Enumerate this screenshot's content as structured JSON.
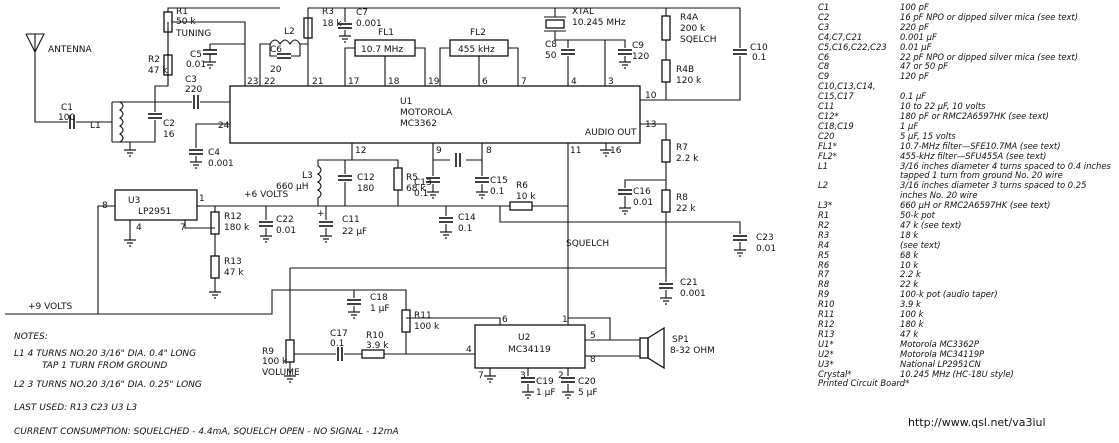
{
  "parts_list": [
    {
      "ref": "C1",
      "value": "100 pF"
    },
    {
      "ref": "C2",
      "value": "16 pF NPO or dipped silver mica (see text)"
    },
    {
      "ref": "C3",
      "value": "220 pF"
    },
    {
      "ref": "C4,C7,C21",
      "value": "0.001 µF"
    },
    {
      "ref": "C5,C16,C22,C23",
      "value": "0.01 µF"
    },
    {
      "ref": "C6",
      "value": "22 pF NPO or dipped silver mica (see text)"
    },
    {
      "ref": "C8",
      "value": "47 or 50 pF"
    },
    {
      "ref": "C9",
      "value": "120 pF"
    },
    {
      "ref": "C10,C13,C14,",
      "value": ""
    },
    {
      "ref": "C15,C17",
      "value": "0.1 µF"
    },
    {
      "ref": "C11",
      "value": "10 to 22 µF, 10 volts"
    },
    {
      "ref": "C12*",
      "value": "180 pF or RMC2A6597HK (see text)"
    },
    {
      "ref": "C18,C19",
      "value": "1 µF"
    },
    {
      "ref": "C20",
      "value": "5 µF, 15 volts"
    },
    {
      "ref": "FL1*",
      "value": "10.7-MHz filter—SFE10.7MA (see text)"
    },
    {
      "ref": "FL2*",
      "value": "455-kHz filter—SFU455A (see text)"
    },
    {
      "ref": "L1",
      "value": "3/16 inches diameter 4 turns spaced to 0.4 inches"
    },
    {
      "ref": "",
      "value": "tapped 1 turn from ground No. 20 wire"
    },
    {
      "ref": "L2",
      "value": "3/16 inches diameter 3 turns spaced to 0.25"
    },
    {
      "ref": "",
      "value": "inches No. 20 wire"
    },
    {
      "ref": "L3*",
      "value": "660 µH or RMC2A6597HK (see text)"
    },
    {
      "ref": "R1",
      "value": "50-k pot"
    },
    {
      "ref": "R2",
      "value": "47 k (see text)"
    },
    {
      "ref": "R3",
      "value": "18 k"
    },
    {
      "ref": "R4",
      "value": "(see text)"
    },
    {
      "ref": "R5",
      "value": "68 k"
    },
    {
      "ref": "R6",
      "value": "10 k"
    },
    {
      "ref": "R7",
      "value": "2.2 k"
    },
    {
      "ref": "R8",
      "value": "22 k"
    },
    {
      "ref": "R9",
      "value": "100-k pot (audio taper)"
    },
    {
      "ref": "R10",
      "value": "3.9 k"
    },
    {
      "ref": "R11",
      "value": "100 k"
    },
    {
      "ref": "R12",
      "value": "180 k"
    },
    {
      "ref": "R13",
      "value": "47 k"
    },
    {
      "ref": "U1*",
      "value": "Motorola MC3362P"
    },
    {
      "ref": "U2*",
      "value": "Motorola MC34119P"
    },
    {
      "ref": "U3*",
      "value": "National LP2951CN"
    },
    {
      "ref": "Crystal*",
      "value": "10.245 MHz (HC-18U style)"
    },
    {
      "ref": "Printed Circuit Board*",
      "value": ""
    }
  ],
  "url": "http://www.qsl.net/va3iul",
  "schematic": {
    "antenna": "ANTENNA",
    "u1": {
      "ref": "U1",
      "name": "MOTOROLA",
      "part": "MC3362"
    },
    "u2": {
      "ref": "U2",
      "part": "MC34119"
    },
    "u3": {
      "ref": "U3",
      "part": "LP2951"
    },
    "fl1": "FL1",
    "fl1_freq": "10.7 MHz",
    "fl2": "FL2",
    "fl2_freq": "455 kHz",
    "xtal": "XTAL",
    "xtal_freq": "10.245 MHz",
    "r1": "R1",
    "r1v": "50 k",
    "tuning": "TUNING",
    "r2": "R2",
    "r2v": "47 k",
    "r3": "R3",
    "r3v": "18 k",
    "r4a": "R4A",
    "r4av": "200 k",
    "sqelch": "SQELCH",
    "r4b": "R4B",
    "r4bv": "120 k",
    "r5": "R5",
    "r5v": "68 k",
    "r6": "R6",
    "r6v": "10 k",
    "r7": "R7",
    "r7v": "2.2 k",
    "r8": "R8",
    "r8v": "22 k",
    "r9": "R9",
    "r9v": "100 k",
    "volume": "VOLUME",
    "r10": "R10",
    "r10v": "3.9 k",
    "r11": "R11",
    "r11v": "100 k",
    "r12": "R12",
    "r12v": "180 k",
    "r13": "R13",
    "r13v": "47 k",
    "c1": "C1",
    "c1v": "100",
    "c2": "C2",
    "c2v": "16",
    "c3": "C3",
    "c3v": "220",
    "c4": "C4",
    "c4v": "0.001",
    "c5": "C5",
    "c5v": "0.01",
    "c6": "C6",
    "c6v": "20",
    "c7": "C7",
    "c7v": "0.001",
    "c8": "C8",
    "c8v": "50",
    "c9": "C9",
    "c9v": "120",
    "c10": "C10",
    "c10v": "0.1",
    "c11": "C11",
    "c11v": "22 µF",
    "c12": "C12",
    "c12v": "180",
    "c13": "C13",
    "c13v": "0.1",
    "c14": "C14",
    "c14v": "0.1",
    "c15": "C15",
    "c15v": "0.1",
    "c16": "C16",
    "c16v": "0.01",
    "c17": "C17",
    "c17v": "0.1",
    "c18": "C18",
    "c18v": "1 µF",
    "c19": "C19",
    "c19v": "1 µF",
    "c20": "C20",
    "c20v": "5 µF",
    "c21": "C21",
    "c21v": "0.001",
    "c22": "C22",
    "c22v": "0.01",
    "c23": "C23",
    "c23v": "0.01",
    "l1": "L1",
    "l2": "L2",
    "l3": "L3",
    "l3v": "660 µH",
    "plus6": "+6 VOLTS",
    "plus9": "+9 VOLTS",
    "squelch": "SQUELCH",
    "audio_out": "AUDIO OUT",
    "sp1": "SP1",
    "sp1v": "8-32 OHM",
    "pins": {
      "p23": "23",
      "p22": "22",
      "p21": "21",
      "p17": "17",
      "p18": "18",
      "p19": "19",
      "p6": "6",
      "p7": "7",
      "p4": "4",
      "p3": "3",
      "p10": "10",
      "p13": "13",
      "p24": "24",
      "p12": "12",
      "p9": "9",
      "p8": "8",
      "p11": "11",
      "p16": "16",
      "u3p8": "8",
      "u3p4": "4",
      "u3p7": "7",
      "u3p1": "1",
      "u2p6": "6",
      "u2p1": "1",
      "u2p5": "5",
      "u2p4": "4",
      "u2p8": "8",
      "u2p7": "7",
      "u2p3": "3",
      "u2p2": "2"
    }
  },
  "notes": {
    "title": "NOTES:",
    "l1_line1": "L1  4 TURNS NO.20 3/16\" DIA. 0.4\" LONG",
    "l1_line2": "TAP 1 TURN FROM GROUND",
    "l2_line": "L2  3 TURNS NO.20 3/16\" DIA. 0.25\" LONG",
    "last_used": "LAST USED:  R13  C23  U3  L3",
    "current": "CURRENT CONSUMPTION:  SQUELCHED - 4.4mA, SQUELCH OPEN - NO SIGNAL - 12mA"
  }
}
